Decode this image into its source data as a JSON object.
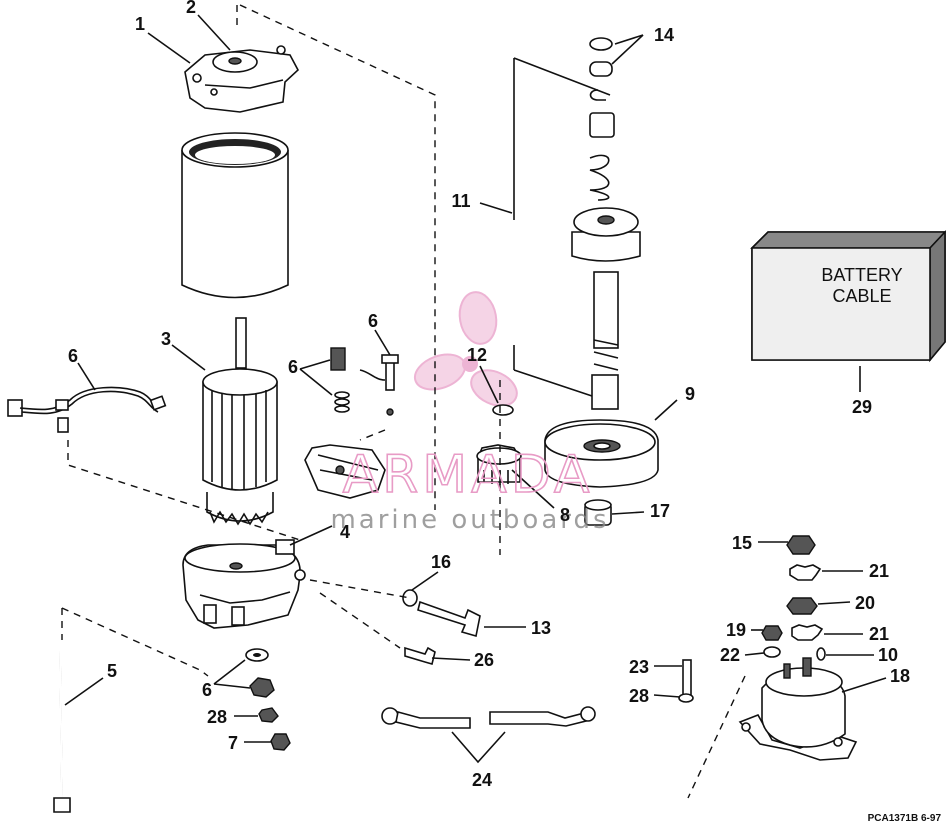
{
  "callouts": [
    {
      "id": "c1",
      "text": "1"
    },
    {
      "id": "c2",
      "text": "2"
    },
    {
      "id": "c3",
      "text": "3"
    },
    {
      "id": "c4",
      "text": "4"
    },
    {
      "id": "c5",
      "text": "5"
    },
    {
      "id": "c6a",
      "text": "6"
    },
    {
      "id": "c6b",
      "text": "6"
    },
    {
      "id": "c6c",
      "text": "6"
    },
    {
      "id": "c6d",
      "text": "6"
    },
    {
      "id": "c7",
      "text": "7"
    },
    {
      "id": "c8",
      "text": "8"
    },
    {
      "id": "c9",
      "text": "9"
    },
    {
      "id": "c10",
      "text": "10"
    },
    {
      "id": "c11",
      "text": "11"
    },
    {
      "id": "c12",
      "text": "12"
    },
    {
      "id": "c13",
      "text": "13"
    },
    {
      "id": "c14",
      "text": "14"
    },
    {
      "id": "c15",
      "text": "15"
    },
    {
      "id": "c16",
      "text": "16"
    },
    {
      "id": "c17",
      "text": "17"
    },
    {
      "id": "c18",
      "text": "18"
    },
    {
      "id": "c19",
      "text": "19"
    },
    {
      "id": "c20",
      "text": "20"
    },
    {
      "id": "c21a",
      "text": "21"
    },
    {
      "id": "c21b",
      "text": "21"
    },
    {
      "id": "c22",
      "text": "22"
    },
    {
      "id": "c23",
      "text": "23"
    },
    {
      "id": "c24",
      "text": "24"
    },
    {
      "id": "c26",
      "text": "26"
    },
    {
      "id": "c28a",
      "text": "28"
    },
    {
      "id": "c28b",
      "text": "28"
    },
    {
      "id": "c29",
      "text": "29"
    }
  ],
  "battery_cable": {
    "line1": "BATTERY",
    "line2": "CABLE"
  },
  "watermark": {
    "brand": "ARMADA",
    "tagline": "marine outboards",
    "color": "#e89bc6"
  },
  "footer_code": "PCA1371B  6-97"
}
